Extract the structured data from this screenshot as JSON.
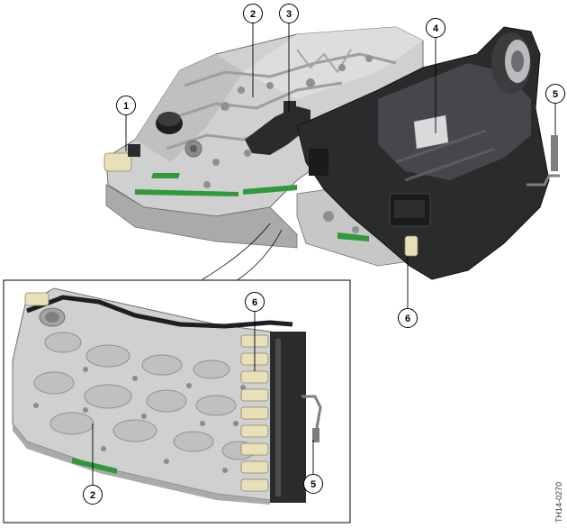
{
  "figure_code": "TH14-0270",
  "colors": {
    "housing_light": "#cfd0cf",
    "housing_mid": "#a9abaa",
    "housing_dark": "#7d7f7e",
    "electronics_dark": "#2a2b2c",
    "electronics_mid": "#45474a",
    "seal_green": "#2f9a3c",
    "solenoid_cream": "#e8e0b8",
    "callout_stroke": "#000000"
  },
  "callouts": [
    {
      "id": "c1",
      "label": "1"
    },
    {
      "id": "c2",
      "label": "2"
    },
    {
      "id": "c3",
      "label": "3"
    },
    {
      "id": "c4",
      "label": "4"
    },
    {
      "id": "c5",
      "label": "5"
    },
    {
      "id": "c6",
      "label": "6"
    },
    {
      "id": "c7",
      "label": "6"
    },
    {
      "id": "c8",
      "label": "2"
    },
    {
      "id": "c9",
      "label": "5"
    }
  ]
}
